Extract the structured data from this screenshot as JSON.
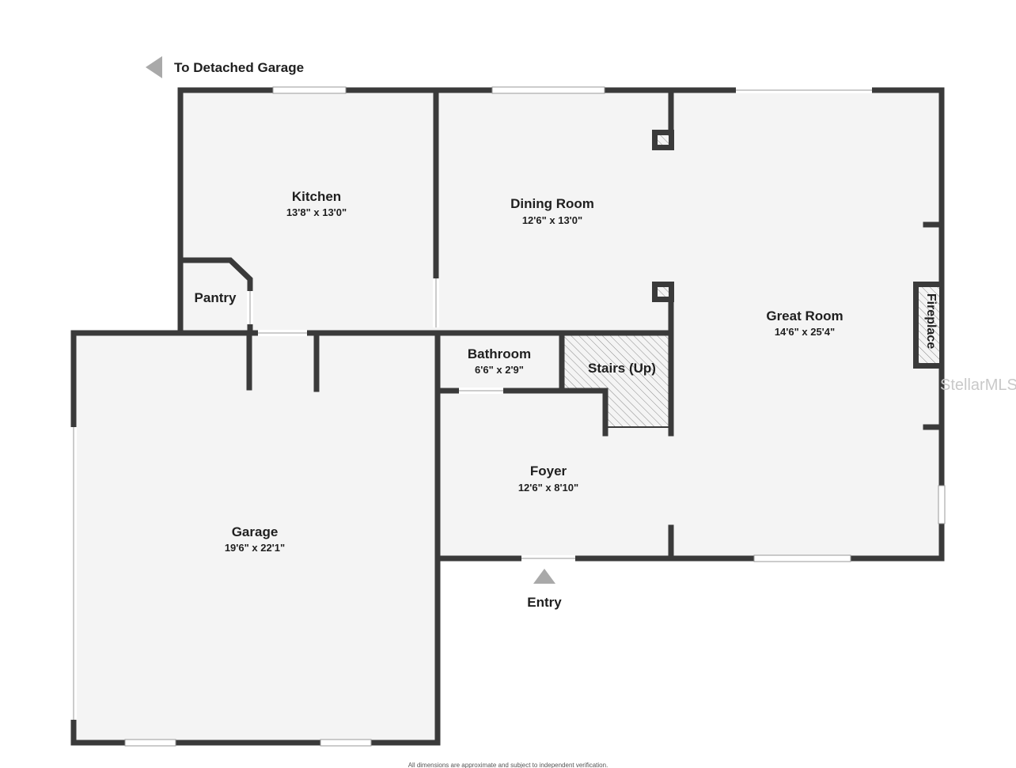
{
  "direction_label": "To Detached Garage",
  "entry_label": "Entry",
  "rooms": {
    "kitchen": {
      "name": "Kitchen",
      "dims": "13'8\" x 13'0\""
    },
    "dining": {
      "name": "Dining Room",
      "dims": "12'6\" x 13'0\""
    },
    "great": {
      "name": "Great Room",
      "dims": "14'6\" x 25'4\""
    },
    "pantry": {
      "name": "Pantry"
    },
    "bathroom": {
      "name": "Bathroom",
      "dims": "6'6\" x 2'9\""
    },
    "stairs": {
      "name": "Stairs (Up)"
    },
    "foyer": {
      "name": "Foyer",
      "dims": "12'6\" x 8'10\""
    },
    "garage": {
      "name": "Garage",
      "dims": "19'6\" x 22'1\""
    },
    "fireplace": {
      "name": "Fireplace"
    }
  },
  "watermark": "StellarMLS",
  "footer_note": "All dimensions are approximate and subject to independent verification."
}
